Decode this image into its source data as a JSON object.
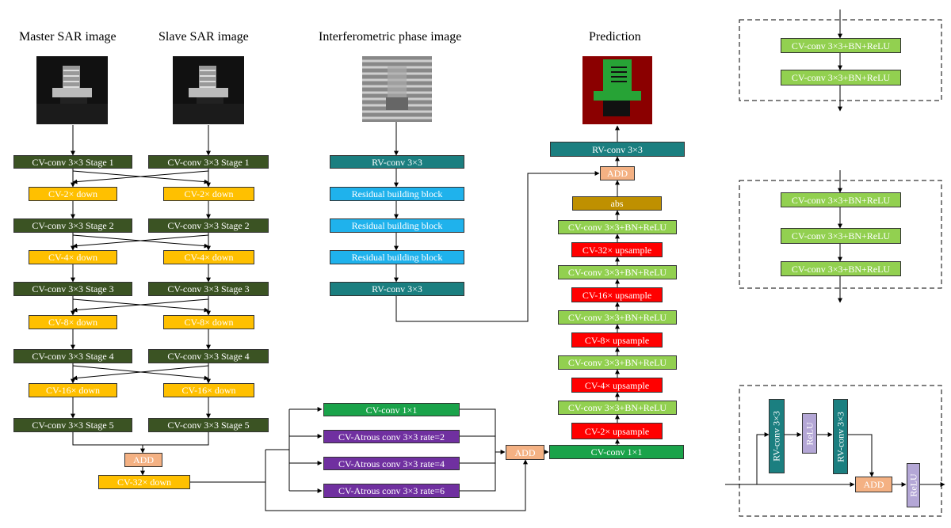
{
  "titles": {
    "master": "Master SAR image",
    "slave": "Slave SAR image",
    "phase": "Interferometric phase image",
    "prediction": "Prediction"
  },
  "encoder_left": {
    "stage1": "CV-conv 3×3 Stage 1",
    "down2": "CV-2× down",
    "stage2": "CV-conv 3×3 Stage 2",
    "down4": "CV-4× down",
    "stage3": "CV-conv 3×3 Stage 3",
    "down8": "CV-8× down",
    "stage4": "CV-conv 3×3 Stage 4",
    "down16": "CV-16× down",
    "stage5": "CV-conv 3×3 Stage 5"
  },
  "encoder_right": {
    "stage1": "CV-conv 3×3 Stage 1",
    "down2": "CV-2× down",
    "stage2": "CV-conv 3×3 Stage 2",
    "down4": "CV-4× down",
    "stage3": "CV-conv 3×3 Stage 3",
    "down8": "CV-8× down",
    "stage4": "CV-conv 3×3 Stage 4",
    "down16": "CV-16× down",
    "stage5": "CV-conv 3×3 Stage 5"
  },
  "fusion": {
    "add": "ADD",
    "down32": "CV-32× down"
  },
  "phase_branch": {
    "rv_conv_top": "RV-conv 3×3",
    "res1": "Residual building block",
    "res2": "Residual building block",
    "res3": "Residual building block",
    "rv_conv_bottom": "RV-conv 3×3"
  },
  "aspp": {
    "conv1x1": "CV-conv 1×1",
    "atrous2": "CV-Atrous conv 3×3 rate=2",
    "atrous4": "CV-Atrous conv 3×3 rate=4",
    "atrous6": "CV-Atrous conv 3×3 rate=6",
    "add": "ADD",
    "out_conv": "CV-conv 1×1"
  },
  "decoder": {
    "rv_conv": "RV-conv 3×3",
    "add": "ADD",
    "abs": "abs",
    "conv1": "CV-conv 3×3+BN+ReLU",
    "up32": "CV-32× upsample",
    "conv2": "CV-conv 3×3+BN+ReLU",
    "up16": "CV-16× upsample",
    "conv3": "CV-conv 3×3+BN+ReLU",
    "up8": "CV-8× upsample",
    "conv4": "CV-conv 3×3+BN+ReLU",
    "up4": "CV-4× upsample",
    "conv5": "CV-conv 3×3+BN+ReLU",
    "up2": "CV-2× upsample"
  },
  "legend_box1": {
    "conv_a": "CV-conv 3×3+BN+ReLU",
    "conv_b": "CV-conv 3×3+BN+ReLU"
  },
  "legend_box2": {
    "conv_a": "CV-conv 3×3+BN+ReLU",
    "conv_b": "CV-conv 3×3+BN+ReLU",
    "conv_c": "CV-conv 3×3+BN+ReLU"
  },
  "legend_box3": {
    "rv_conv_a": "RV-conv 3×3",
    "relu_a": "ReLU",
    "rv_conv_b": "RV-conv 3×3",
    "add": "ADD",
    "relu_b": "ReLU"
  },
  "colors": {
    "dark_green": "#3b5323",
    "yellow": "#ffc000",
    "teal": "#1b7f80",
    "cyan": "#1fb2ec",
    "green": "#1aa34a",
    "purple": "#7030a0",
    "red": "#ff0000",
    "light_green": "#92d050",
    "orange": "#f4b183",
    "gold": "#bf9000",
    "lavender": "#b4a7d6"
  }
}
